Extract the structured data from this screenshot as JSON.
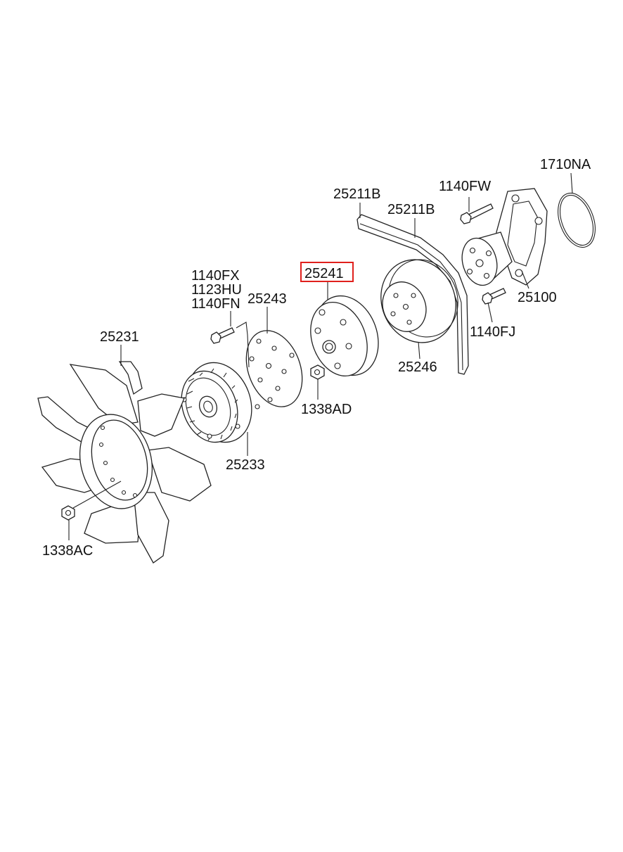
{
  "colors": {
    "highlight": "#e0201c",
    "line": "#222222",
    "background": "#ffffff"
  },
  "labels": {
    "p1710NA": "1710NA",
    "p1140FW": "1140FW",
    "p25211B_a": "25211B",
    "p25211B_b": "25211B",
    "p25241": "25241",
    "p1140FX": "1140FX",
    "p1123HU": "1123HU",
    "p1140FN": "1140FN",
    "p25243": "25243",
    "p25100": "25100",
    "p1140FJ": "1140FJ",
    "p25231": "25231",
    "p25246": "25246",
    "p1338AD": "1338AD",
    "p25233": "25233",
    "p1338AC": "1338AC"
  },
  "highlighted_part": "25241"
}
